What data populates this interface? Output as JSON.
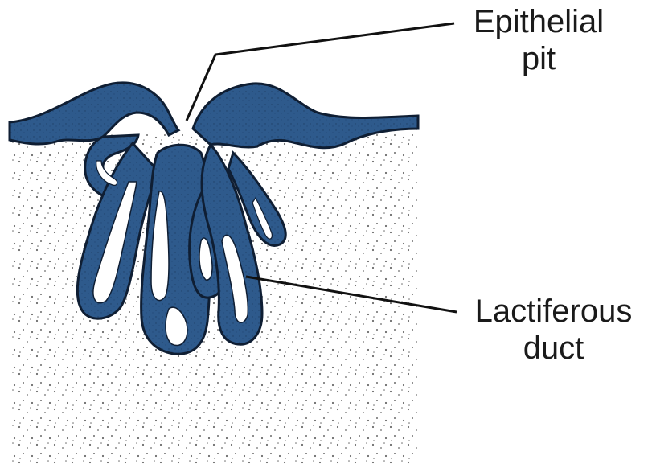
{
  "labels": {
    "epithelial_pit": {
      "line1": "Epithelial",
      "line2": "pit"
    },
    "lactiferous_duct": {
      "line1": "Lactiferous",
      "line2": "duct"
    }
  },
  "colors": {
    "epithelium": "#2e5a8c",
    "epithelium_outline": "#0f1e33",
    "mesenchyme_dots": "#6b6b6b",
    "leader_line": "#111111"
  }
}
